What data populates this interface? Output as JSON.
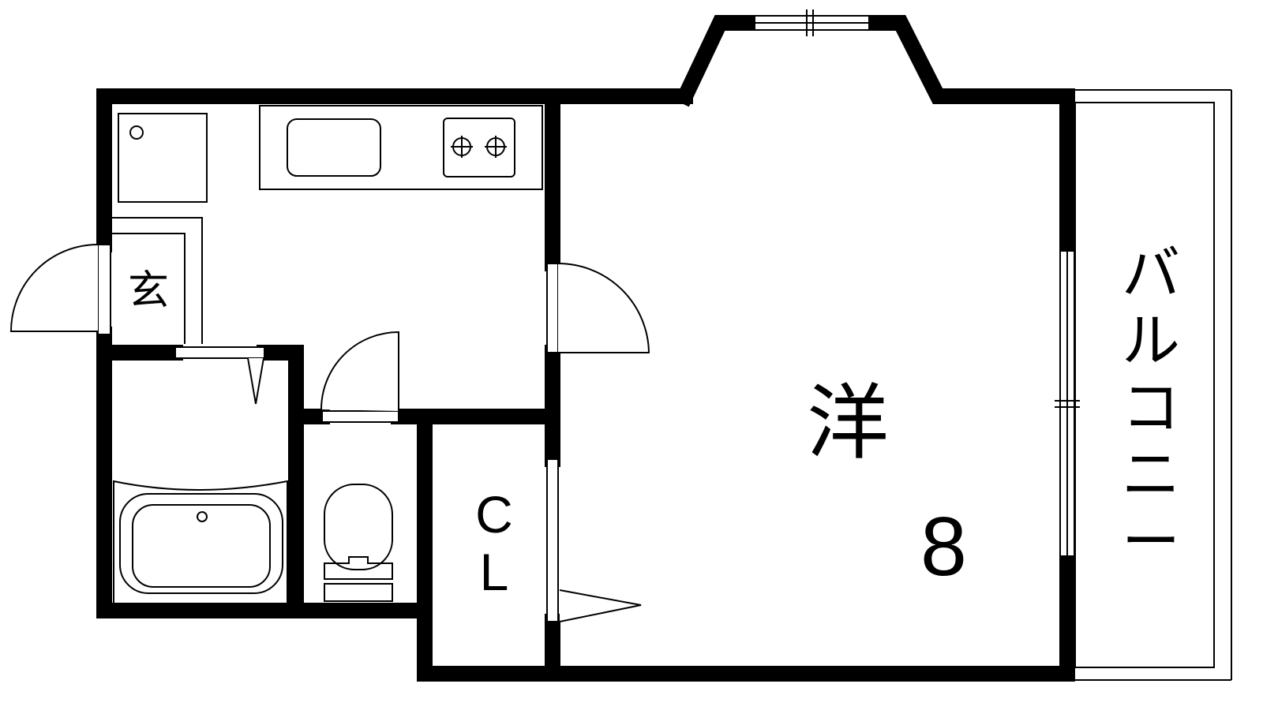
{
  "floor_plan": {
    "rooms": {
      "entrance_label": "玄",
      "western_room_label": "洋",
      "western_room_size": "8",
      "closet_label": "CL",
      "balcony_label": "バルコニー"
    },
    "colors": {
      "wall": "#000000",
      "background": "#ffffff"
    }
  }
}
